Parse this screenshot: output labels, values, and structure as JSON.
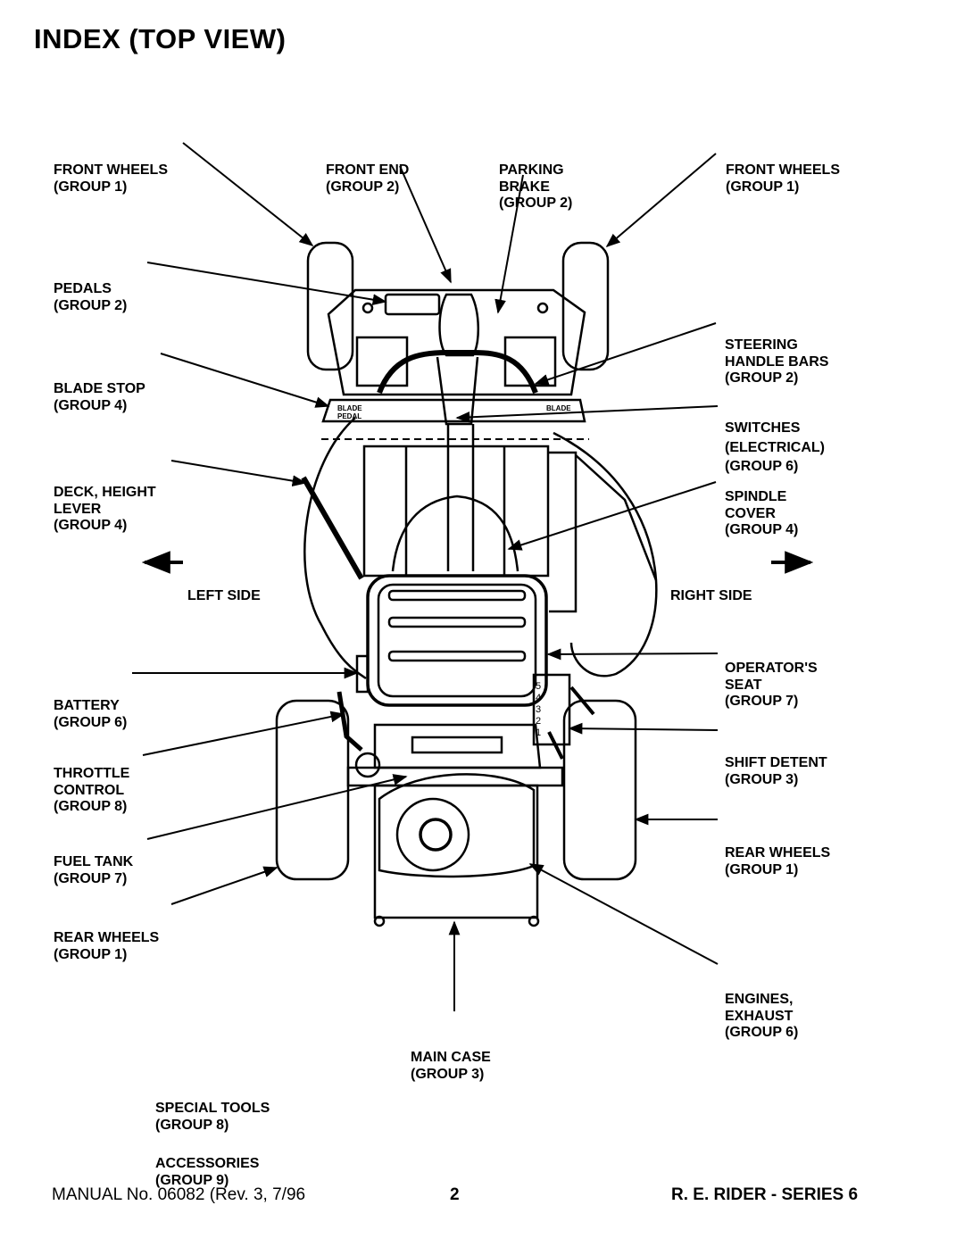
{
  "title": "INDEX (TOP VIEW)",
  "labels": {
    "front_wheels_left": [
      "FRONT WHEELS",
      "(GROUP 1)"
    ],
    "front_end": [
      "FRONT END",
      "(GROUP 2)"
    ],
    "parking_brake": [
      "PARKING",
      "BRAKE",
      "(GROUP 2)"
    ],
    "front_wheels_right": [
      "FRONT WHEELS",
      "(GROUP 1)"
    ],
    "pedals": [
      "PEDALS",
      "(GROUP 2)"
    ],
    "steering": [
      "STEERING",
      "HANDLE BARS",
      "(GROUP 2)"
    ],
    "blade_stop": [
      "BLADE STOP",
      "(GROUP 4)"
    ],
    "switches": [
      "SWITCHES",
      "(ELECTRICAL)",
      "(GROUP 6)"
    ],
    "deck_height": [
      "DECK, HEIGHT",
      "LEVER",
      "(GROUP 4)"
    ],
    "spindle_cover": [
      "SPINDLE",
      "COVER",
      "(GROUP 4)"
    ],
    "left_side": "LEFT SIDE",
    "right_side": "RIGHT SIDE",
    "operators_seat": [
      "OPERATOR'S",
      "SEAT",
      "(GROUP 7)"
    ],
    "battery": [
      "BATTERY",
      "(GROUP 6)"
    ],
    "throttle": [
      "THROTTLE",
      "CONTROL",
      "(GROUP 8)"
    ],
    "shift_detent": [
      "SHIFT DETENT",
      "(GROUP 3)"
    ],
    "fuel_tank": [
      "FUEL TANK",
      "(GROUP 7)"
    ],
    "rear_wheels_right": [
      "REAR WHEELS",
      "(GROUP 1)"
    ],
    "rear_wheels_left": [
      "REAR WHEELS",
      "(GROUP 1)"
    ],
    "engines": [
      "ENGINES,",
      "EXHAUST",
      "(GROUP 6)"
    ],
    "main_case": [
      "MAIN CASE",
      "(GROUP 3)"
    ],
    "special_tools": [
      "SPECIAL TOOLS",
      "(GROUP 8)"
    ],
    "accessories": [
      "ACCESSORIES",
      "(GROUP 9)"
    ]
  },
  "drawing_text": {
    "blade_pedal_left": [
      "BLADE",
      "PEDAL"
    ],
    "blade_pedal_right": "BLADE",
    "shift_positions": [
      "5",
      "4",
      "3",
      "2",
      "1"
    ]
  },
  "footer": {
    "manual": "MANUAL No. 06082 (Rev. 3, 7/96",
    "page": "2",
    "series": "R. E. RIDER - SERIES 6"
  }
}
